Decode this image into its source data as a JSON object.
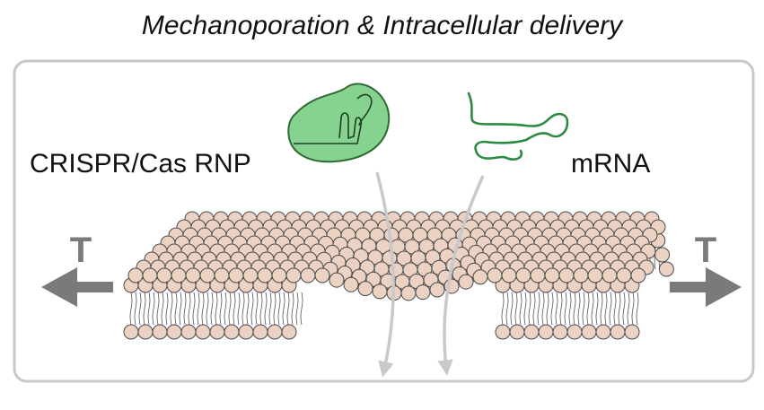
{
  "title": "Mechanoporation & Intracellular delivery",
  "labels": {
    "rnp": "CRISPR/Cas RNP",
    "mrna": "mRNA",
    "tension_left": "T",
    "tension_right": "T"
  },
  "colors": {
    "frame": "#c8c8c8",
    "head": "#ecd2c2",
    "head_dark": "#d5c3b5",
    "head_stroke": "#4a4a4a",
    "rnp_fill": "#86d28f",
    "rnp_stroke": "#2f6a36",
    "mrna_stroke": "#2c8a43",
    "arrow_gray": "#7a7a7a",
    "path_gray": "#c9c9c9"
  },
  "icons": [
    "cas-protein-icon",
    "mrna-strand-icon",
    "tension-arrow-left-icon",
    "tension-arrow-right-icon"
  ]
}
